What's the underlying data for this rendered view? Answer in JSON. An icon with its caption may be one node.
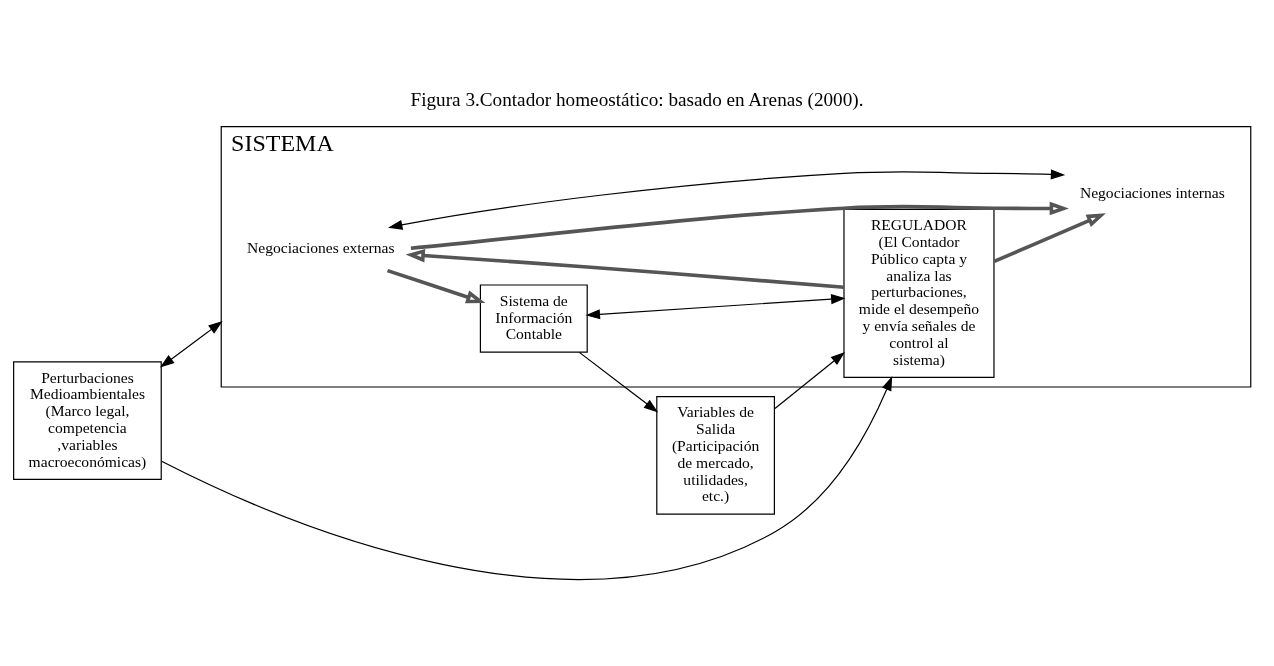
{
  "diagram": {
    "title": "Figura 3.Contador homeostático: basado en Arenas (2000).",
    "nodes": [
      {
        "text": [
          "Perturbaciones Medioambientales",
          "(Marco legal, competencia ,variables macroeconómicas)"
        ]
      },
      {
        "text": [
          "SISTEMA"
        ]
      },
      {
        "text": [
          "Negociaciones externas"
        ],
        "in": 1
      },
      {
        "text": [
          "Negociaciones internas"
        ],
        "in": 1
      },
      {
        "text": [
          "Sistema de Información Contable"
        ],
        "in": 1
      },
      {
        "text": [
          "REGULADOR",
          "(El Contador Público capta y analiza las perturbaciones, mide el desempeño y envía señales de control al sistema)"
        ],
        "in": 1
      },
      {
        "text": [
          "Variables de Salida",
          "(Participación de mercado, utilidades, etc.)"
        ]
      }
    ],
    "edges": [
      {
        "from": 0,
        "to": 1,
        "arrow": "both"
      },
      {
        "from": 2,
        "to": 4,
        "arrow": "to",
        "style": "thick"
      },
      {
        "from": 2,
        "to": 3,
        "arrow": "to",
        "style": "thick"
      },
      {
        "from": 2,
        "to": 3,
        "arrow": "both"
      },
      {
        "from": 4,
        "to": 5,
        "arrow": "both"
      },
      {
        "from": 0,
        "to": 5,
        "arrow": "to"
      },
      {
        "from": 4,
        "to": 6,
        "arrow": "to"
      },
      {
        "from": 5,
        "to": 3,
        "arrow": "to",
        "style": "thick"
      },
      {
        "from": 5,
        "to": 2,
        "arrow": "to",
        "style": "thick"
      },
      {
        "from": 6,
        "to": 5,
        "arrow": "to"
      }
    ]
  }
}
